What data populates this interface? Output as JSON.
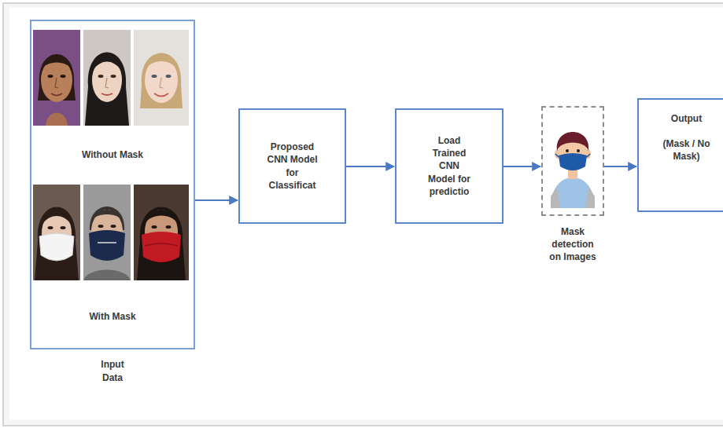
{
  "diagram": {
    "nodes": [
      {
        "text": [
          "Without Mask",
          "With Mask",
          "Input Data"
        ]
      },
      {
        "text": [
          "Proposed CNN Model for Classificat"
        ]
      },
      {
        "text": [
          "Load Trained CNN Model for predictio"
        ]
      },
      {
        "text": [
          "Mask detection on Images"
        ]
      },
      {
        "text": [
          "Output",
          "(Mask / No Mask)"
        ]
      }
    ],
    "edges": [
      {
        "from": 0,
        "to": 1,
        "arrow": "to"
      },
      {
        "from": 1,
        "to": 2,
        "arrow": "to"
      },
      {
        "from": 2,
        "to": 3,
        "arrow": "to"
      },
      {
        "from": 3,
        "to": 4,
        "arrow": "to"
      }
    ]
  }
}
